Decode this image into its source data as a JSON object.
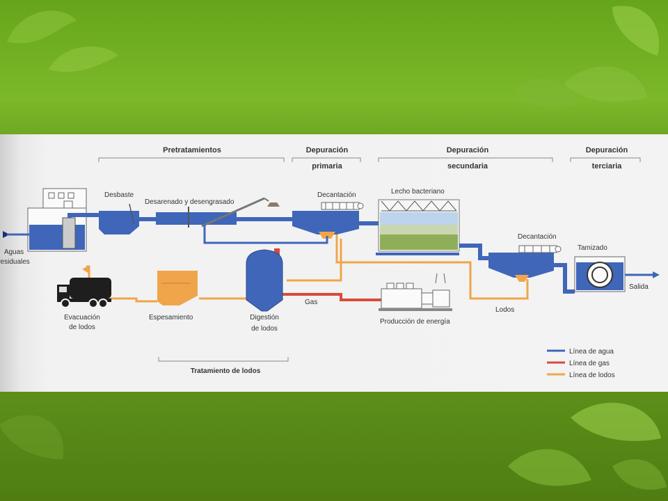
{
  "colors": {
    "agua": "#3f66b8",
    "gas": "#d84a3a",
    "lodos": "#f0a54a",
    "background_green": "#6fa722"
  },
  "headers": {
    "pretratamientos": "Pretratamientos",
    "primaria_1": "Depuración",
    "primaria_2": "primaria",
    "secundaria_1": "Depuración",
    "secundaria_2": "secundaria",
    "terciaria_1": "Depuración",
    "terciaria_2": "terciaria"
  },
  "labels": {
    "aguas_1": "Aguas",
    "aguas_2": "residuales",
    "desbaste": "Desbaste",
    "desarenado": "Desarenado y desengrasado",
    "decantacion_1": "Decantación",
    "lecho": "Lecho bacteriano",
    "decantacion_2": "Decantación",
    "tamizado": "Tamizado",
    "salida": "Salida",
    "lodos": "Lodos",
    "gas": "Gas",
    "produccion": "Producción de energía",
    "digestion_1": "Digestión",
    "digestion_2": "de lodos",
    "espesamiento": "Espesamiento",
    "evacuacion_1": "Evacuación",
    "evacuacion_2": "de lodos",
    "tratamiento": "Tratamiento de lodos"
  },
  "legend": [
    {
      "label": "Línea de agua",
      "color": "#3f66b8"
    },
    {
      "label": "Línea de gas",
      "color": "#d84a3a"
    },
    {
      "label": "Línea de lodos",
      "color": "#f0a54a"
    }
  ]
}
